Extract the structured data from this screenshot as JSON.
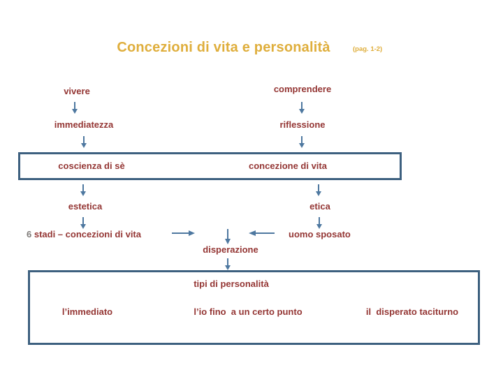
{
  "theme": {
    "background": "#ffffff",
    "gold": "#dfae3c",
    "dark_red": "#943634",
    "arrow_blue": "#4e78a0",
    "border_blue": "#3d607f",
    "gray": "#7e7a78"
  },
  "title": {
    "text": "Concezioni di vita e personalità",
    "page_ref": "(pag. 1-2)"
  },
  "flow": {
    "left": {
      "top": "vivere",
      "mid": "immediatezza",
      "box": "coscienza di sè",
      "branch": "estetica",
      "bottom_number": "6",
      "bottom_label": " stadi – concezioni di vita"
    },
    "right": {
      "top": "comprendere",
      "mid": "riflessione",
      "box": "concezione di vita",
      "branch": "etica",
      "bottom": "uomo sposato"
    },
    "center": {
      "node": "disperazione"
    }
  },
  "personality_box": {
    "title": "tipi di personalità",
    "items": [
      "l’immediato",
      "l’io fino  a un certo punto",
      "il  disperato taciturno"
    ]
  }
}
